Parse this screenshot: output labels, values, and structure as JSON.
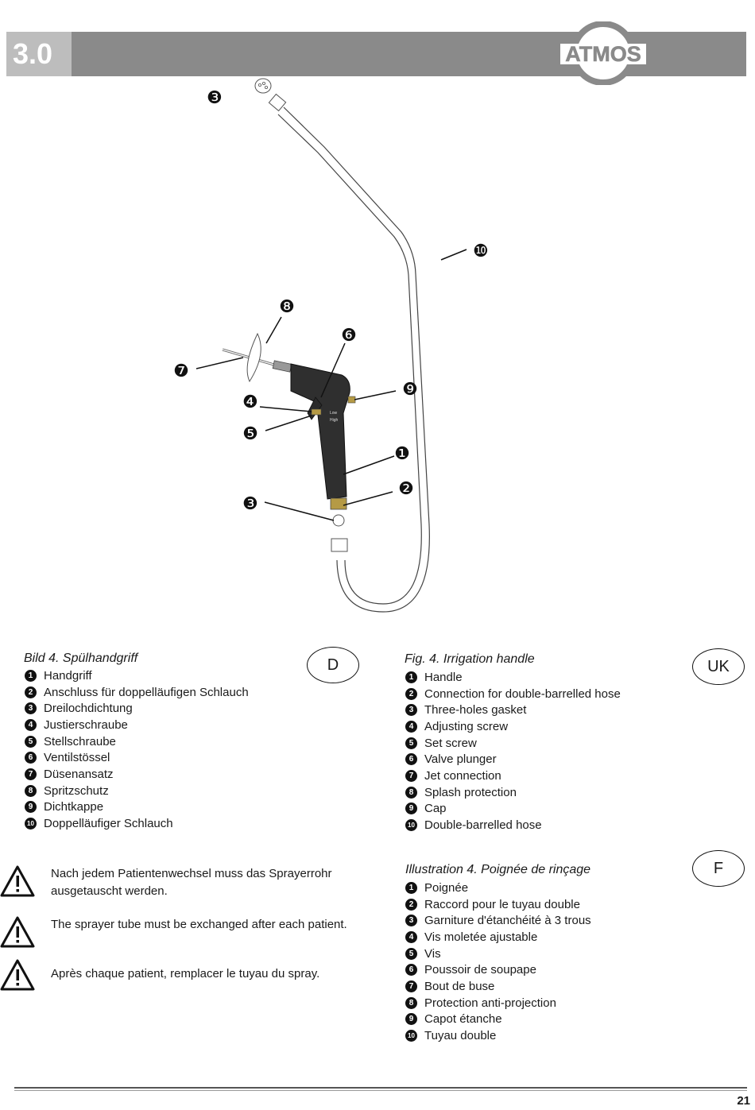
{
  "header": {
    "section_number": "3.0",
    "brand": "ATMOS"
  },
  "figure": {
    "callouts": [
      "❶",
      "❷",
      "❸",
      "❹",
      "❺",
      "❻",
      "❼",
      "❽",
      "❾",
      "❿"
    ],
    "trigger_labels": {
      "low": "Low",
      "high": "High"
    }
  },
  "german": {
    "badge": "D",
    "title": "Bild  4. Spülhandgriff",
    "items": [
      "Handgriff",
      "Anschluss für doppelläufigen Schlauch",
      "Dreilochdichtung",
      "Justierschraube",
      "Stellschraube",
      "Ventilstössel",
      "Düsenansatz",
      "Spritzschutz",
      "Dichtkappe",
      "Doppelläufiger Schlauch"
    ]
  },
  "english": {
    "badge": "UK",
    "title": "Fig.  4. Irrigation handle",
    "items": [
      "Handle",
      "Connection for double-barrelled hose",
      "Three-holes gasket",
      "Adjusting screw",
      "Set screw",
      "Valve plunger",
      "Jet connection",
      "Splash protection",
      "Cap",
      "Double-barrelled hose"
    ]
  },
  "french": {
    "badge": "F",
    "title": "Illustration  4. Poignée de rinçage",
    "items": [
      "Poignée",
      "Raccord pour le tuyau double",
      "Garniture d'étanchéité à 3 trous",
      "Vis moletée ajustable",
      "Vis",
      "Poussoir de soupape",
      "Bout de buse",
      "Protection anti-projection",
      "Capot étanche",
      "Tuyau double"
    ]
  },
  "warnings": [
    "Nach jedem Patientenwechsel muss das Sprayerrohr ausgetauscht werden.",
    "The sprayer tube must be exchanged after each patient.",
    "Après chaque patient, remplacer le tuyau du spray."
  ],
  "footer": {
    "page_number": "21"
  },
  "colors": {
    "header_bar": "#8a8a8a",
    "section_box": "#bdbdbd",
    "text": "#1a1a1a"
  }
}
